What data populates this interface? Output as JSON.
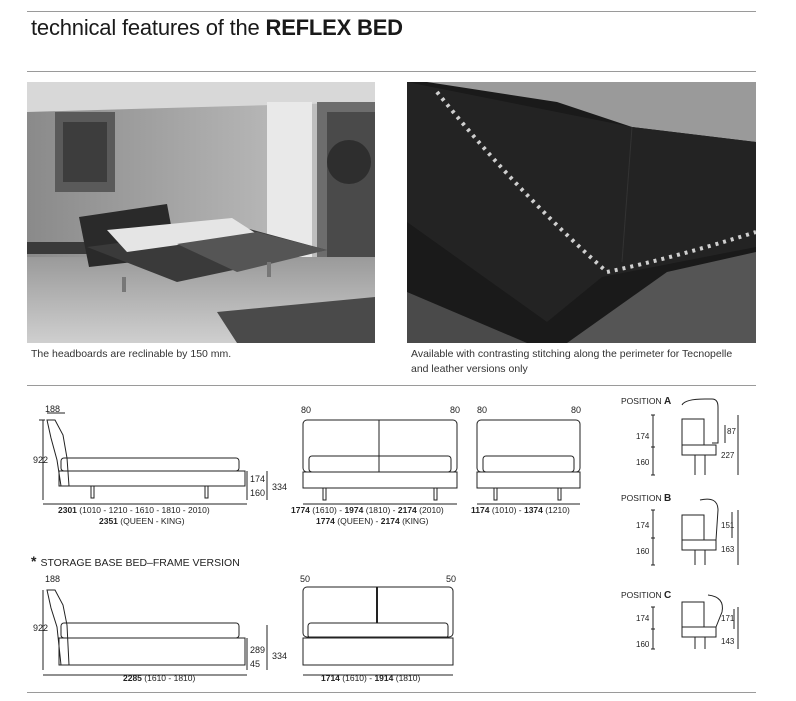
{
  "header": {
    "title_prefix": "technical features of the",
    "title_bold": "REFLEX BED"
  },
  "photos": [
    {
      "name": "bedroom-photo",
      "caption": "The headboards are reclinable by 150 mm."
    },
    {
      "name": "stitching-photo",
      "caption": "Available with contrasting stitching along the perimeter for Tecnopelle and leather versions only"
    }
  ],
  "standard": {
    "side": {
      "top": "188",
      "height": "922",
      "h1": "174",
      "h2": "160",
      "total": "334",
      "length_bold": "2301",
      "length_rest": "(1010 - 1210 - 1610 - 1810 - 2010)",
      "length2_bold": "2351",
      "length2_rest": "(QUEEN - KING)"
    },
    "front_large": {
      "left": "80",
      "right": "80",
      "w_a": "1774",
      "w_a_rest": "(1610) -",
      "w_b": "1974",
      "w_b_rest": "(1810) -",
      "w_c": "2174",
      "w_c_rest": "(2010)",
      "w2_a": "1774",
      "w2_a_rest": "(QUEEN) -",
      "w2_b": "2174",
      "w2_b_rest": "(KING)"
    },
    "front_small": {
      "left": "80",
      "right": "80",
      "w_a": "1174",
      "w_a_rest": "(1010) -",
      "w_b": "1374",
      "w_b_rest": "(1210)"
    }
  },
  "storage": {
    "title": "STORAGE BASE BED–FRAME VERSION",
    "star": "*",
    "side": {
      "top": "188",
      "height": "922",
      "h1": "289",
      "h2": "45",
      "total": "334",
      "length_bold": "2285",
      "length_rest": "(1610 - 1810)"
    },
    "front": {
      "left": "50",
      "right": "50",
      "w_a": "1714",
      "w_a_rest": "(1610) -",
      "w_b": "1914",
      "w_b_rest": "(1810)"
    }
  },
  "positions": [
    {
      "label": "POSITION",
      "letter": "A",
      "d1": "174",
      "d2": "160",
      "d3": "87",
      "d4": "227"
    },
    {
      "label": "POSITION",
      "letter": "B",
      "d1": "174",
      "d2": "160",
      "d3": "151",
      "d4": "163"
    },
    {
      "label": "POSITION",
      "letter": "C",
      "d1": "174",
      "d2": "160",
      "d3": "171",
      "d4": "143"
    }
  ]
}
